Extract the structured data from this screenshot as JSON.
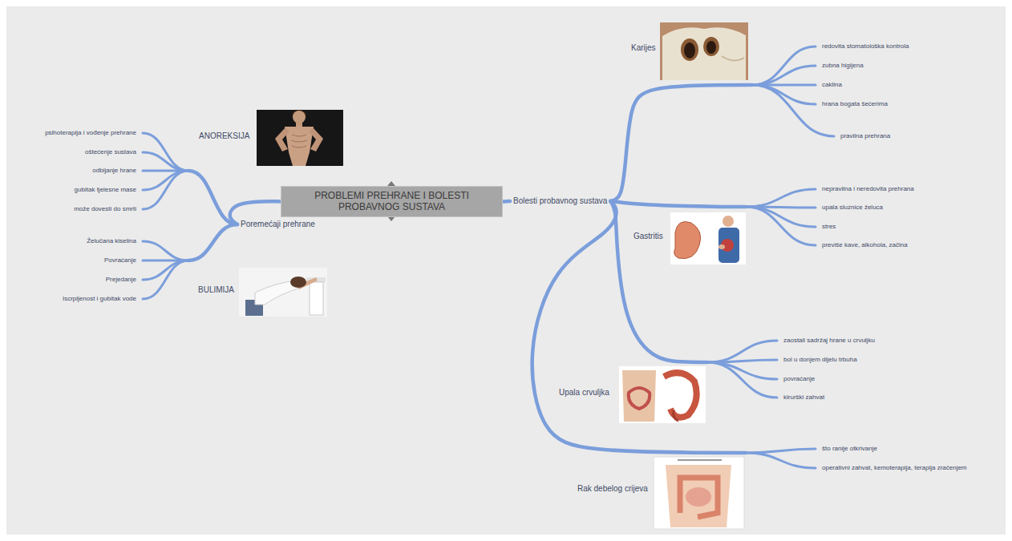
{
  "diagram": {
    "nodes": [
      {
        "text": [
          "PROBLEMI PREHRANE I BOLESTI PROBAVNOG SUSTAVA"
        ]
      },
      {
        "text": [
          "Poremećaji prehrane"
        ]
      },
      {
        "text": [
          "ANOREKSIJA"
        ]
      },
      {
        "text": [
          "psihoterapija i vođenje prehrane"
        ]
      },
      {
        "text": [
          "oštećenje sustava"
        ]
      },
      {
        "text": [
          "odbijanje hrane"
        ]
      },
      {
        "text": [
          "gubitak tjelesne mase"
        ]
      },
      {
        "text": [
          "može dovesti do smrti"
        ]
      },
      {
        "text": [
          "BULIMIJA"
        ]
      },
      {
        "text": [
          "Želučana kiselina"
        ]
      },
      {
        "text": [
          "Povraćanje"
        ]
      },
      {
        "text": [
          "Prejedanje"
        ]
      },
      {
        "text": [
          "Iscrpljenost i gubitak vode"
        ]
      },
      {
        "text": [
          "Bolesti probavnog sustava"
        ]
      },
      {
        "text": [
          "Karijes"
        ]
      },
      {
        "text": [
          "redovita stomatološka kontrola"
        ]
      },
      {
        "text": [
          "zubna higijena"
        ]
      },
      {
        "text": [
          "caklina"
        ]
      },
      {
        "text": [
          "hrana bogata šećerima"
        ]
      },
      {
        "text": [
          "pravilna prehrana"
        ]
      },
      {
        "text": [
          "Gastritis"
        ]
      },
      {
        "text": [
          "nepravilna i neredovita prehrana"
        ]
      },
      {
        "text": [
          "upala sluznice želuca"
        ]
      },
      {
        "text": [
          "stres"
        ]
      },
      {
        "text": [
          "previše kave, alkohola, začina"
        ]
      },
      {
        "text": [
          "Upala crvuljka"
        ]
      },
      {
        "text": [
          "zaostali sadržaj hrane u crvuljku"
        ]
      },
      {
        "text": [
          "bol u donjem dijelu trbuha"
        ]
      },
      {
        "text": [
          "povraćanje"
        ]
      },
      {
        "text": [
          "kirurški zahvat"
        ]
      },
      {
        "text": [
          "Rak debelog crijeva"
        ]
      },
      {
        "text": [
          "što ranije otkrivanje"
        ]
      },
      {
        "text": [
          "operativni zahvat, kemoterapija, terapija zračenjem"
        ]
      }
    ],
    "edges": [
      {
        "from": 0,
        "to": 1,
        "arrow": "none"
      },
      {
        "from": 1,
        "to": 2,
        "arrow": "none"
      },
      {
        "from": 2,
        "to": 3,
        "arrow": "none"
      },
      {
        "from": 2,
        "to": 4,
        "arrow": "none"
      },
      {
        "from": 2,
        "to": 5,
        "arrow": "none"
      },
      {
        "from": 2,
        "to": 6,
        "arrow": "none"
      },
      {
        "from": 2,
        "to": 7,
        "arrow": "none"
      },
      {
        "from": 1,
        "to": 8,
        "arrow": "none"
      },
      {
        "from": 8,
        "to": 9,
        "arrow": "none"
      },
      {
        "from": 8,
        "to": 10,
        "arrow": "none"
      },
      {
        "from": 8,
        "to": 11,
        "arrow": "none"
      },
      {
        "from": 8,
        "to": 12,
        "arrow": "none"
      },
      {
        "from": 0,
        "to": 13,
        "arrow": "none"
      },
      {
        "from": 13,
        "to": 14,
        "arrow": "none"
      },
      {
        "from": 14,
        "to": 15,
        "arrow": "none"
      },
      {
        "from": 14,
        "to": 16,
        "arrow": "none"
      },
      {
        "from": 14,
        "to": 17,
        "arrow": "none"
      },
      {
        "from": 14,
        "to": 18,
        "arrow": "none"
      },
      {
        "from": 14,
        "to": 19,
        "arrow": "none"
      },
      {
        "from": 13,
        "to": 20,
        "arrow": "none"
      },
      {
        "from": 20,
        "to": 21,
        "arrow": "none"
      },
      {
        "from": 20,
        "to": 22,
        "arrow": "none"
      },
      {
        "from": 20,
        "to": 23,
        "arrow": "none"
      },
      {
        "from": 20,
        "to": 24,
        "arrow": "none"
      },
      {
        "from": 13,
        "to": 25,
        "arrow": "none"
      },
      {
        "from": 25,
        "to": 26,
        "arrow": "none"
      },
      {
        "from": 25,
        "to": 27,
        "arrow": "none"
      },
      {
        "from": 25,
        "to": 28,
        "arrow": "none"
      },
      {
        "from": 25,
        "to": 29,
        "arrow": "none"
      },
      {
        "from": 13,
        "to": 30,
        "arrow": "none"
      },
      {
        "from": 30,
        "to": 31,
        "arrow": "none"
      },
      {
        "from": 30,
        "to": 32,
        "arrow": "none"
      }
    ]
  }
}
